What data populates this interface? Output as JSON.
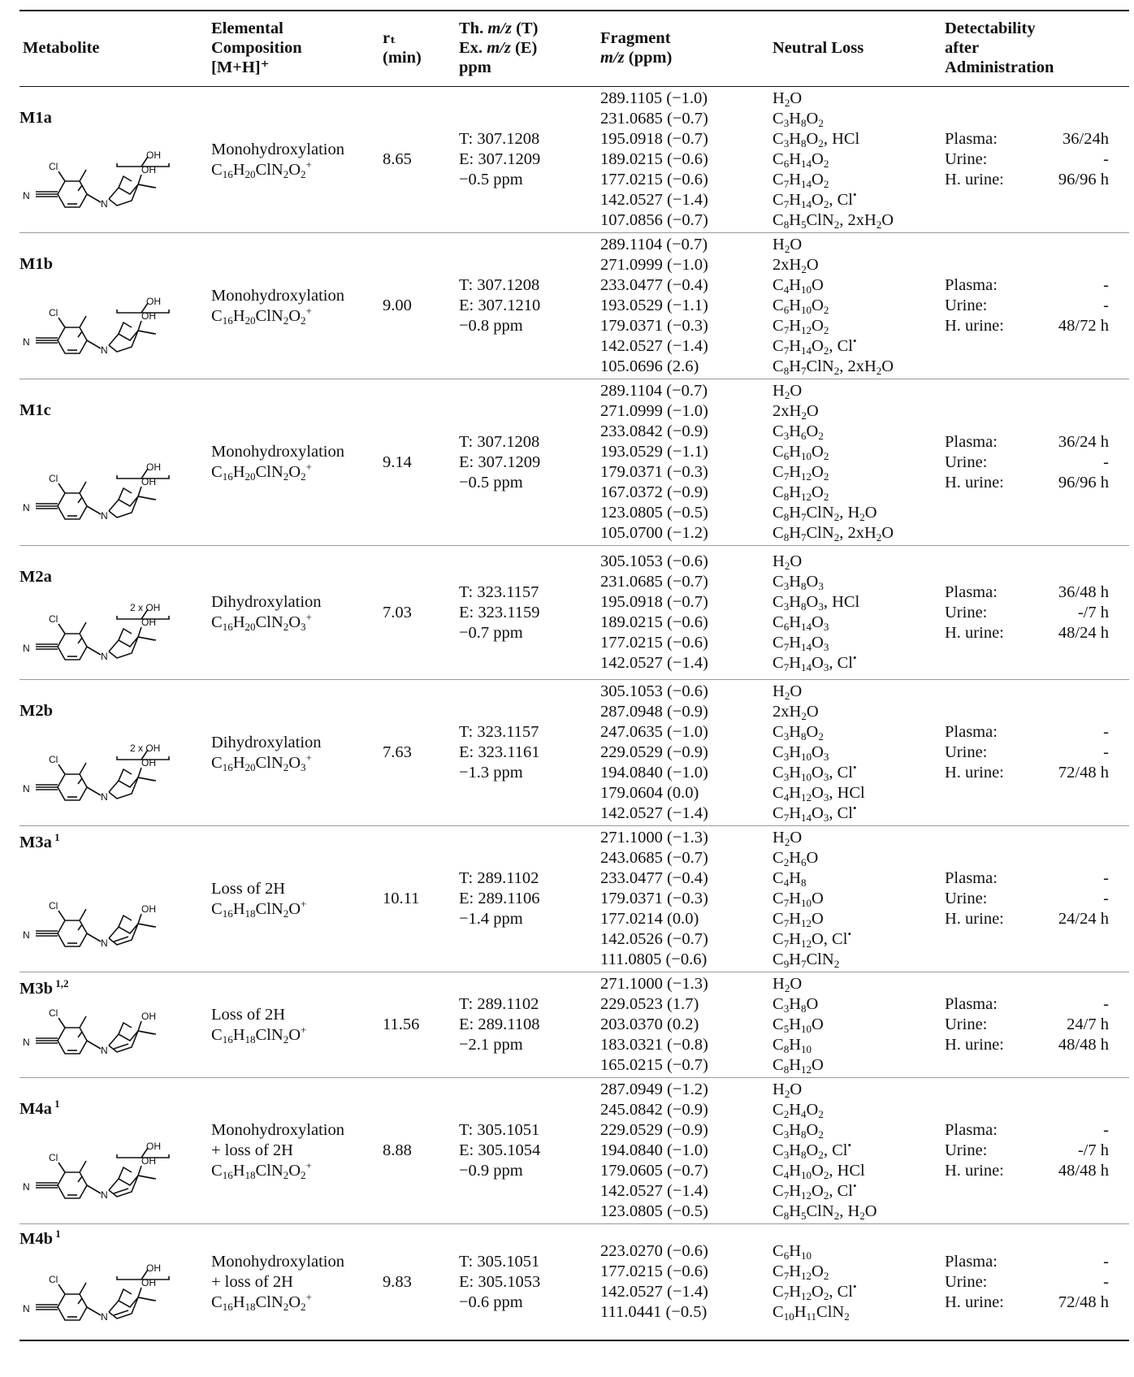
{
  "headers": {
    "metabolite": "Metabolite",
    "elemental": [
      "Elemental",
      "Composition",
      "[M+H]⁺"
    ],
    "rt": [
      "rₜ",
      "(min)"
    ],
    "mz": [
      "Th. m/z (T)",
      "Ex. m/z (E)",
      "ppm"
    ],
    "fragment": [
      "Fragment",
      "m/z (ppm)"
    ],
    "neutral_loss": "Neutral Loss",
    "detectability": [
      "Detectability",
      "after",
      "Administration"
    ]
  },
  "structure_labels": {
    "cl": "Cl",
    "n": "N",
    "oh": "OH",
    "two_oh": "2 x OH"
  },
  "rows": [
    {
      "id": "M1a",
      "sup": "",
      "oh_label": "OH",
      "double_bond": false,
      "extra_oh": true,
      "reaction": [
        "Monohydroxylation"
      ],
      "formula": "C16H20ClN2O2+",
      "rt": "8.65",
      "th": "T: 307.1208",
      "ex": "E: 307.1209",
      "ppm": "−0.5 ppm",
      "fragments": [
        "289.1105 (−1.0)",
        "231.0685 (−0.7)",
        "195.0918 (−0.7)",
        "189.0215 (−0.6)",
        "177.0215 (−0.6)",
        "142.0527 (−1.4)",
        "107.0856 (−0.7)"
      ],
      "losses": [
        "H2O",
        "C3H8O2",
        "C3H8O2, HCl",
        "C6H14O2",
        "C7H14O2",
        "C7H14O2, Cl•",
        "C8H5ClN2, 2xH2O"
      ],
      "detect": [
        [
          "Plasma:",
          "36/24h"
        ],
        [
          "Urine:",
          "-"
        ],
        [
          "H. urine:",
          "96/96 h"
        ]
      ]
    },
    {
      "id": "M1b",
      "sup": "",
      "oh_label": "OH",
      "double_bond": false,
      "extra_oh": true,
      "reaction": [
        "Monohydroxylation"
      ],
      "formula": "C16H20ClN2O2+",
      "rt": "9.00",
      "th": "T: 307.1208",
      "ex": "E: 307.1210",
      "ppm": "−0.8 ppm",
      "fragments": [
        "289.1104 (−0.7)",
        "271.0999 (−1.0)",
        "233.0477 (−0.4)",
        "193.0529 (−1.1)",
        "179.0371 (−0.3)",
        "142.0527 (−1.4)",
        "105.0696 (2.6)"
      ],
      "losses": [
        "H2O",
        "2xH2O",
        "C4H10O",
        "C6H10O2",
        "C7H12O2",
        "C7H14O2, Cl•",
        "C8H7ClN2, 2xH2O"
      ],
      "detect": [
        [
          "Plasma:",
          "-"
        ],
        [
          "Urine:",
          "-"
        ],
        [
          "H. urine:",
          "48/72 h"
        ]
      ]
    },
    {
      "id": "M1c",
      "sup": "",
      "oh_label": "OH",
      "double_bond": false,
      "extra_oh": true,
      "reaction": [
        "Monohydroxylation"
      ],
      "formula": "C16H20ClN2O2+",
      "rt": "9.14",
      "th": "T: 307.1208",
      "ex": "E: 307.1209",
      "ppm": "−0.5 ppm",
      "fragments": [
        "289.1104 (−0.7)",
        "271.0999 (−1.0)",
        "233.0842 (−0.9)",
        "193.0529 (−1.1)",
        "179.0371 (−0.3)",
        "167.0372 (−0.9)",
        "123.0805 (−0.5)",
        "105.0700 (−1.2)"
      ],
      "losses": [
        "H2O",
        "2xH2O",
        "C3H6O2",
        "C6H10O2",
        "C7H12O2",
        "C8H12O2",
        "C8H7ClN2, H2O",
        "C8H7ClN2, 2xH2O"
      ],
      "detect": [
        [
          "Plasma:",
          "36/24 h"
        ],
        [
          "Urine:",
          "-"
        ],
        [
          "H. urine:",
          "96/96 h"
        ]
      ]
    },
    {
      "id": "M2a",
      "sup": "",
      "oh_label": "2 x OH",
      "double_bond": false,
      "extra_oh": true,
      "reaction": [
        "Dihydroxylation"
      ],
      "formula": "C16H20ClN2O3+",
      "rt": "7.03",
      "th": "T: 323.1157",
      "ex": "E: 323.1159",
      "ppm": "−0.7 ppm",
      "fragments": [
        "305.1053 (−0.6)",
        "231.0685 (−0.7)",
        "195.0918 (−0.7)",
        "189.0215 (−0.6)",
        "177.0215 (−0.6)",
        "142.0527 (−1.4)"
      ],
      "losses": [
        "H2O",
        "C3H8O3",
        "C3H8O3, HCl",
        "C6H14O3",
        "C7H14O3",
        "C7H14O3, Cl•"
      ],
      "detect": [
        [
          "Plasma:",
          "36/48 h"
        ],
        [
          "Urine:",
          "-/7 h"
        ],
        [
          "H. urine:",
          "48/24 h"
        ]
      ]
    },
    {
      "id": "M2b",
      "sup": "",
      "oh_label": "2 x OH",
      "double_bond": false,
      "extra_oh": true,
      "reaction": [
        "Dihydroxylation"
      ],
      "formula": "C16H20ClN2O3+",
      "rt": "7.63",
      "th": "T: 323.1157",
      "ex": "E: 323.1161",
      "ppm": "−1.3 ppm",
      "fragments": [
        "305.1053 (−0.6)",
        "287.0948 (−0.9)",
        "247.0635 (−1.0)",
        "229.0529 (−0.9)",
        "194.0840 (−1.0)",
        "179.0604 (0.0)",
        "142.0527 (−1.4)"
      ],
      "losses": [
        "H2O",
        "2xH2O",
        "C3H8O2",
        "C3H10O3",
        "C3H10O3, Cl•",
        "C4H12O3, HCl",
        "C7H14O3, Cl•"
      ],
      "detect": [
        [
          "Plasma:",
          "-"
        ],
        [
          "Urine:",
          "-"
        ],
        [
          "H. urine:",
          "72/48 h"
        ]
      ]
    },
    {
      "id": "M3a",
      "sup": "1",
      "oh_label": "",
      "double_bond": true,
      "extra_oh": false,
      "reaction": [
        "Loss of 2H"
      ],
      "formula": "C16H18ClN2O+",
      "rt": "10.11",
      "th": "T: 289.1102",
      "ex": "E: 289.1106",
      "ppm": "−1.4 ppm",
      "fragments": [
        "271.1000 (−1.3)",
        "243.0685 (−0.7)",
        "233.0477 (−0.4)",
        "179.0371 (−0.3)",
        "177.0214 (0.0)",
        "142.0526 (−0.7)",
        "111.0805 (−0.6)"
      ],
      "losses": [
        "H2O",
        "C2H6O",
        "C4H8",
        "C7H10O",
        "C7H12O",
        "C7H12O, Cl•",
        "C9H7ClN2"
      ],
      "detect": [
        [
          "Plasma:",
          "-"
        ],
        [
          "Urine:",
          "-"
        ],
        [
          "H. urine:",
          "24/24 h"
        ]
      ]
    },
    {
      "id": "M3b",
      "sup": "1,2",
      "oh_label": "",
      "double_bond": true,
      "extra_oh": false,
      "reaction": [
        "Loss of 2H"
      ],
      "formula": "C16H18ClN2O+",
      "rt": "11.56",
      "th": "T: 289.1102",
      "ex": "E: 289.1108",
      "ppm": "−2.1 ppm",
      "fragments": [
        "271.1000 (−1.3)",
        "229.0523 (1.7)",
        "203.0370 (0.2)",
        "183.0321 (−0.8)",
        "165.0215 (−0.7)"
      ],
      "losses": [
        "H2O",
        "C3H8O",
        "C5H10O",
        "C8H10",
        "C8H12O"
      ],
      "detect": [
        [
          "Plasma:",
          "-"
        ],
        [
          "Urine:",
          "24/7 h"
        ],
        [
          "H. urine:",
          "48/48 h"
        ]
      ]
    },
    {
      "id": "M4a",
      "sup": "1",
      "oh_label": "OH",
      "double_bond": true,
      "extra_oh": true,
      "reaction": [
        "Monohydroxylation",
        "+ loss of 2H"
      ],
      "formula": "C16H18ClN2O2+",
      "rt": "8.88",
      "th": "T: 305.1051",
      "ex": "E: 305.1054",
      "ppm": "−0.9 ppm",
      "fragments": [
        "287.0949 (−1.2)",
        "245.0842 (−0.9)",
        "229.0529 (−0.9)",
        "194.0840 (−1.0)",
        "179.0605 (−0.7)",
        "142.0527 (−1.4)",
        "123.0805 (−0.5)"
      ],
      "losses": [
        "H2O",
        "C2H4O2",
        "C3H8O2",
        "C3H8O2, Cl•",
        "C4H10O2, HCl",
        "C7H12O2, Cl•",
        "C8H5ClN2, H2O"
      ],
      "detect": [
        [
          "Plasma:",
          "-"
        ],
        [
          "Urine:",
          "-/7 h"
        ],
        [
          "H. urine:",
          "48/48 h"
        ]
      ]
    },
    {
      "id": "M4b",
      "sup": "1",
      "oh_label": "OH",
      "double_bond": true,
      "extra_oh": true,
      "reaction": [
        "Monohydroxylation",
        "+ loss of 2H"
      ],
      "formula": "C16H18ClN2O2+",
      "rt": "9.83",
      "th": "T: 305.1051",
      "ex": "E: 305.1053",
      "ppm": "−0.6 ppm",
      "fragments": [
        "223.0270 (−0.6)",
        "177.0215 (−0.6)",
        "142.0527 (−1.4)",
        "111.0441 (−0.5)"
      ],
      "losses": [
        "C6H10",
        "C7H12O2",
        "C7H12O2, Cl•",
        "C10H11ClN2"
      ],
      "detect": [
        [
          "Plasma:",
          "-"
        ],
        [
          "Urine:",
          "-"
        ],
        [
          "H. urine:",
          "72/48 h"
        ]
      ]
    }
  ]
}
